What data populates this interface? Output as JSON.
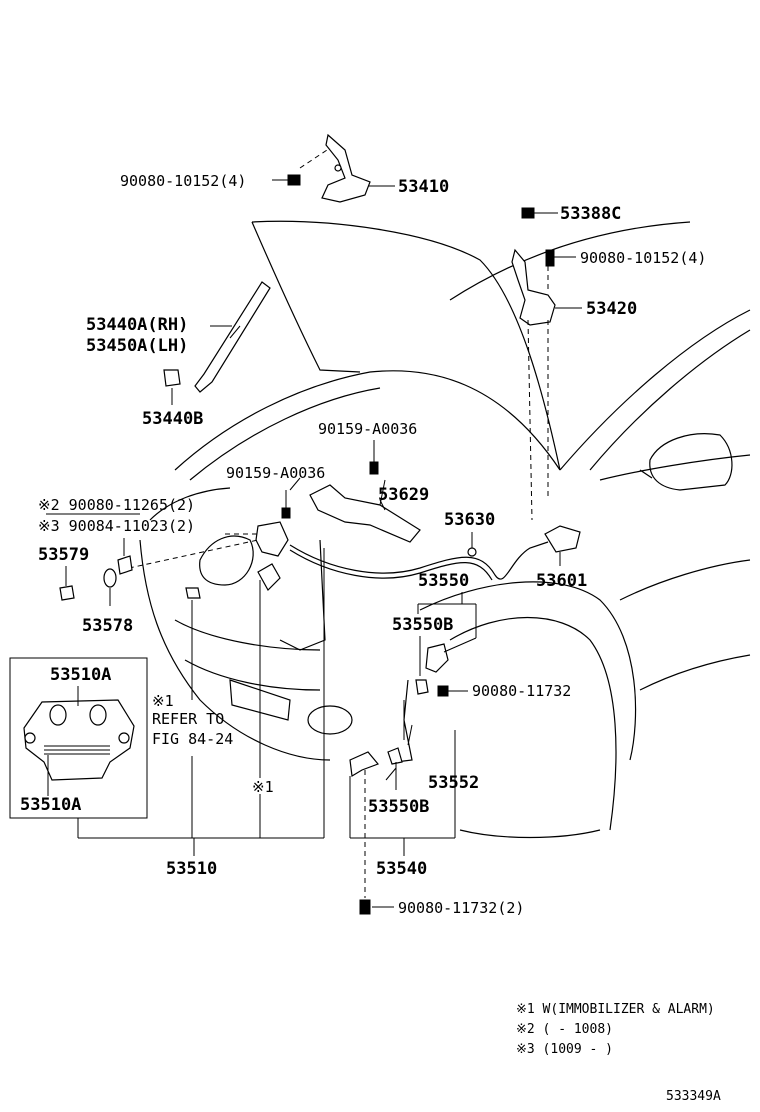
{
  "labels": {
    "p53410": "53410",
    "p90080_10152_top": "90080-10152(4)",
    "p53388C": "53388C",
    "p90080_10152_right": "90080-10152(4)",
    "p53420": "53420",
    "p53440A": "53440A(RH)",
    "p53450A": "53450A(LH)",
    "p53440B": "53440B",
    "p90159_a": "90159-A0036",
    "p90159_b": "90159-A0036",
    "p53629": "53629",
    "p90080_11265": "※2 90080-11265(2)",
    "p90084_11023": "※3 90084-11023(2)",
    "p53579": "53579",
    "p53578": "53578",
    "p53630": "53630",
    "p53601": "53601",
    "p53550": "53550",
    "p53550B_top": "53550B",
    "p90080_11732": "90080-11732",
    "p53510A_top": "53510A",
    "p53510A_bot": "53510A",
    "ref1": "※1",
    "ref2": "REFER TO",
    "ref3": "FIG 84-24",
    "mark1": "※1",
    "p53552": "53552",
    "p53550B_bot": "53550B",
    "p53510": "53510",
    "p53540": "53540",
    "p90080_11732_2": "90080-11732(2)"
  },
  "notes": {
    "n1": "※1 W(IMMOBILIZER & ALARM)",
    "n2": "※2 (        - 1008)",
    "n3": "※3 (1009 -        )"
  },
  "figure_id": "533349A"
}
